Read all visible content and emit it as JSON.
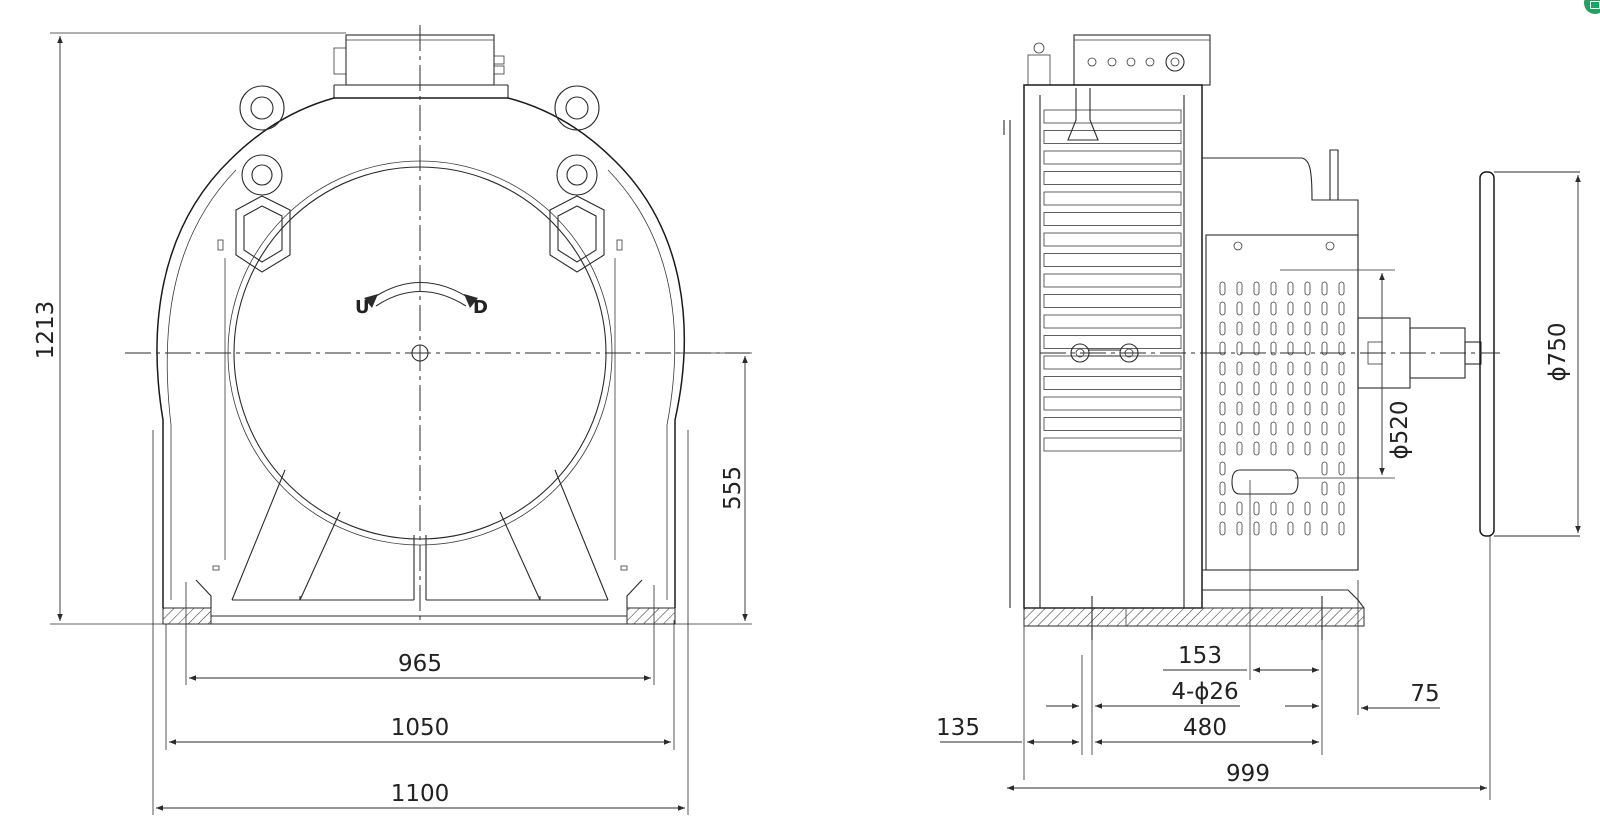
{
  "front_view": {
    "rotation_labels": {
      "up": "U",
      "down": "D"
    },
    "dimensions": {
      "height": "1213",
      "center_height": "555",
      "bolt_spacing": "965",
      "base_inner_width": "1050",
      "overall_width": "1100"
    }
  },
  "side_view": {
    "dimensions": {
      "sheave_diameter": "ϕ520",
      "brake_disc_diameter": "ϕ750",
      "offset_153": "153",
      "bolt_holes": "4-ϕ26",
      "shaft_extension": "75",
      "frame_offset": "135",
      "bolt_spacing": "480",
      "overall_length": "999"
    }
  },
  "colors": {
    "line": "#2b2b2b",
    "badge": "#1ea362"
  },
  "icons": {
    "corner_badge": "app-badge-icon"
  }
}
